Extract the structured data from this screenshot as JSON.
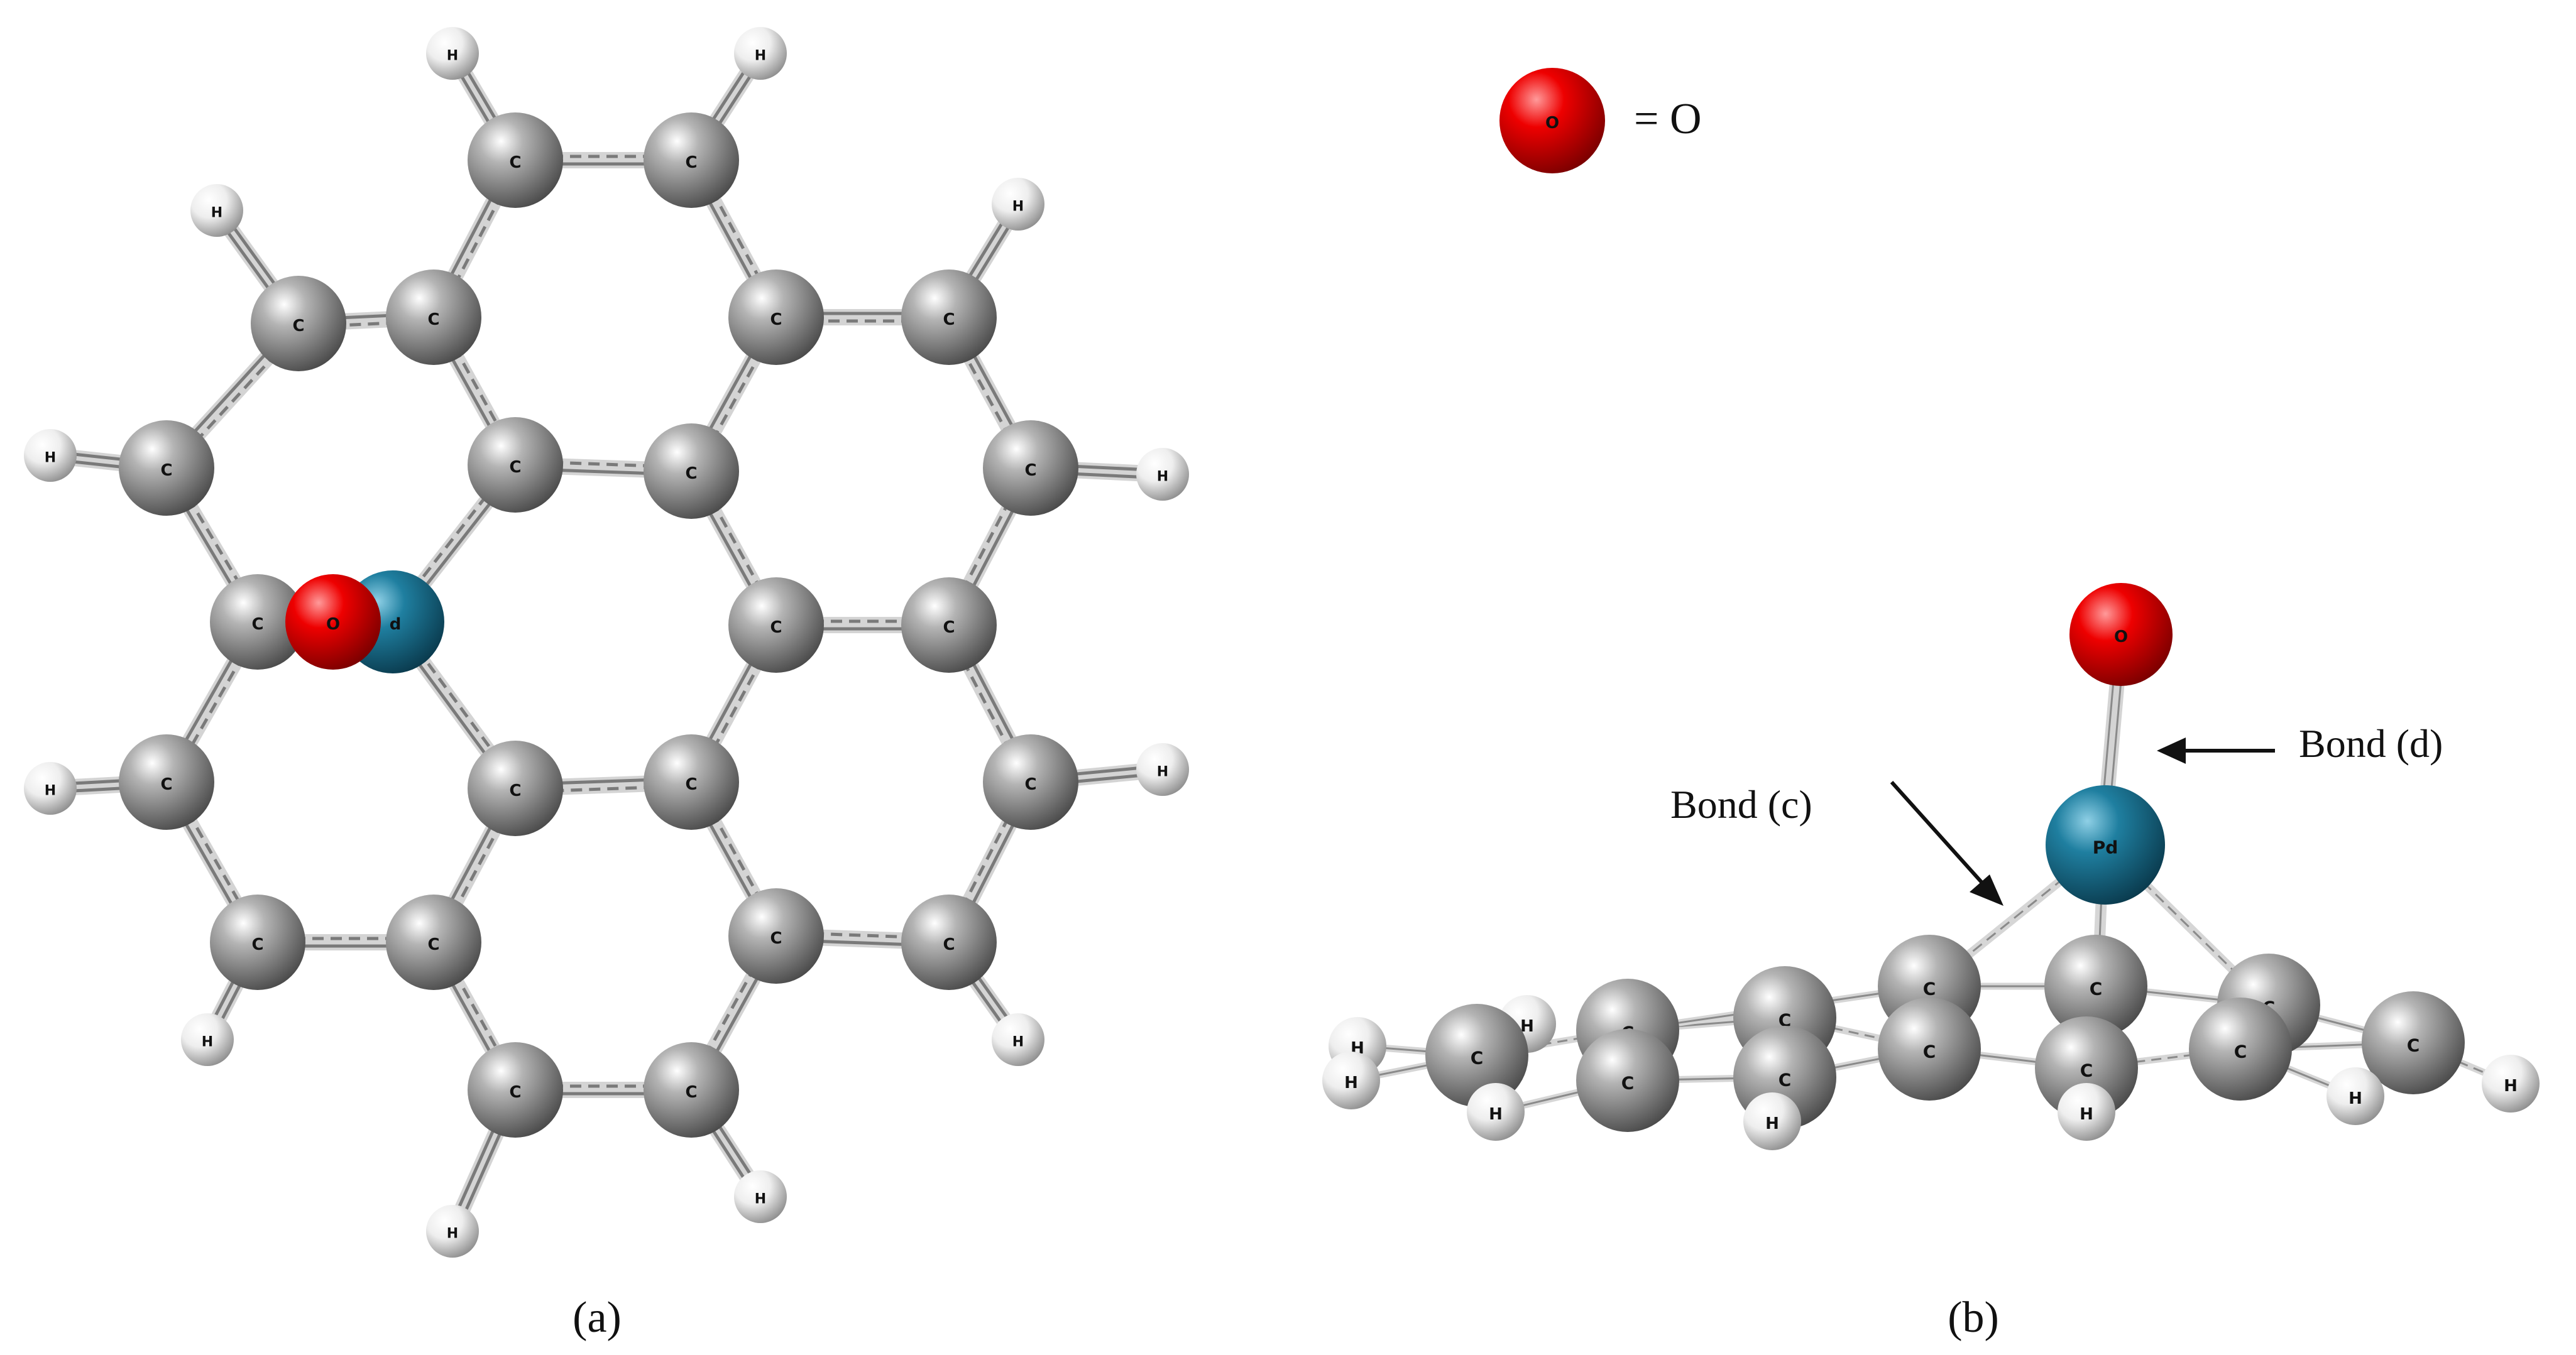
{
  "legend": {
    "atom_label": "O",
    "text": "= O"
  },
  "panels": {
    "a": "(a)",
    "b": "(b)"
  },
  "annotations": {
    "bond_c": "Bond (c)",
    "bond_d": "Bond (d)"
  },
  "atom_labels": {
    "carbon": "C",
    "hydrogen": "H",
    "oxygen": "O",
    "palladium": "Pd",
    "palladium_partial": "d"
  },
  "colors": {
    "carbon": "#8c8c8c",
    "hydrogen": "#e6e6e6",
    "oxygen": "#e00000",
    "palladium": "#1a6f8c"
  }
}
